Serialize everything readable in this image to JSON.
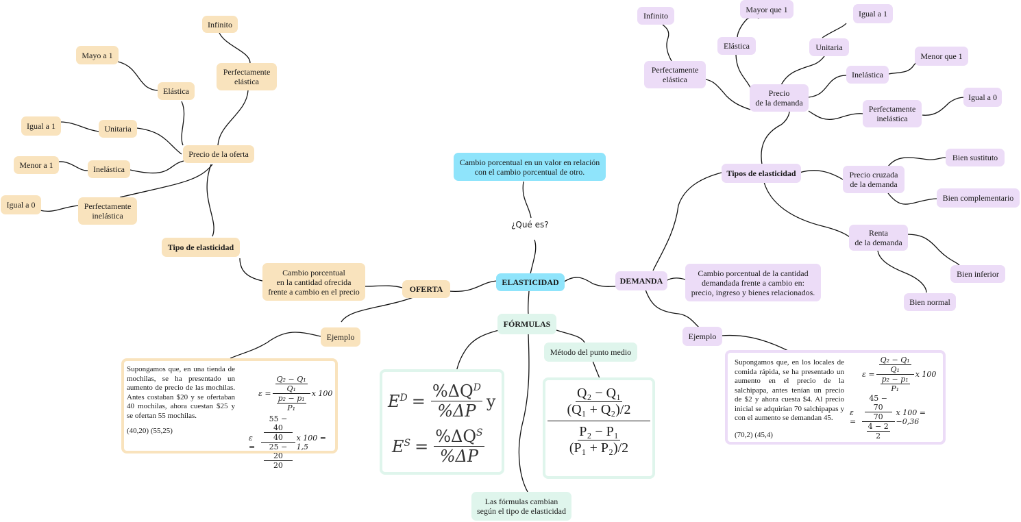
{
  "center": {
    "label": "ELASTICIDAD",
    "color": "#8fe4fb"
  },
  "que_es": {
    "connector_label": "¿Qué es?",
    "definition": "Cambio porcentual en un valor en relación\n con el cambio porcentual de otro."
  },
  "oferta": {
    "label": "OFERTA",
    "color": "#f9e3bd",
    "definition": "Cambio porcentual\nen la cantidad ofrecida\nfrente a cambio en el precio",
    "tipo_label": "Tipo de elasticidad",
    "precio_label": "Precio de la oferta",
    "types": [
      {
        "label": "Perfectamente\nelástica",
        "value": "Infinito"
      },
      {
        "label": "Elástica",
        "value": "Mayo a 1"
      },
      {
        "label": "Unitaria",
        "value": "Igual a 1"
      },
      {
        "label": "Inelástica",
        "value": "Menor a 1"
      },
      {
        "label": "Perfectamente\ninelástica",
        "value": "Igual a 0"
      }
    ],
    "example_label": "Ejemplo",
    "example": {
      "text": "Supongamos que, en una tienda de mochilas, se ha presentado un aumento de precio de las mochilas. Antes costaban $20 y se ofertaban 40 mochilas, ahora cuestan $25 y se ofertan 55 mochilas.",
      "coords": "(40,20) (55,25)",
      "formula": {
        "eps": "ε =",
        "q_num": "Q₂ − Q₁",
        "q_den": "Q₁",
        "p_num": "p₂ − p₁",
        "p_den": "P₁",
        "times": "x 100"
      },
      "calc": {
        "eps": "ε =",
        "q_num": "55 − 40",
        "q_den": "40",
        "p_num": "25 − 20",
        "p_den": "20",
        "times": "x 100 = 1,5"
      }
    }
  },
  "demanda": {
    "label": "DEMANDA",
    "color": "#ecdcf7",
    "definition": "Cambio porcentual de la cantidad\ndemandada frente a cambio en:\nprecio, ingreso y bienes relacionados.",
    "tipos_label": "Tipos de elasticidad",
    "precio_label": "Precio\nde la demanda",
    "types": [
      {
        "label": "Perfectamente\nelástica",
        "value": "Infinito"
      },
      {
        "label": "Elástica",
        "value": "Mayor que 1"
      },
      {
        "label": "Unitaria",
        "value": "Igual a 1"
      },
      {
        "label": "Inelástica",
        "value": "Menor que 1"
      },
      {
        "label": "Perfectamente\ninelástica",
        "value": "Igual a 0"
      }
    ],
    "cruzada": {
      "label": "Precio cruzada\nde la demanda",
      "items": [
        "Bien sustituto",
        "Bien complementario"
      ]
    },
    "renta": {
      "label": "Renta\nde la demanda",
      "items": [
        "Bien inferior",
        "Bien normal"
      ]
    },
    "example_label": "Ejemplo",
    "example": {
      "text": "Supongamos que, en los locales de comida rápida, se ha presentado un aumento en el precio de la salchipapa, antes tenían un precio de $2 y ahora cuesta $4. Al precio inicial se adquirían 70 salchipapas y con el aumento se demandan 45.",
      "coords": "(70,2) (45,4)",
      "formula": {
        "eps": "ε =",
        "q_num": "Q₂ − Q₁",
        "q_den": "Q₁",
        "p_num": "p₂ − p₁",
        "p_den": "P₁",
        "times": "x 100"
      },
      "calc": {
        "eps": "ε =",
        "q_num": "45 − 70",
        "q_den": "70",
        "p_num": "4 − 2",
        "p_den": "2",
        "times": "x 100 = −0,36"
      }
    }
  },
  "formulas": {
    "label": "FÓRMULAS",
    "color": "#dff5ec",
    "general": {
      "ed_lhs": "E",
      "ed_sup": "D",
      "ed_num": "%ΔQ",
      "ed_num_sup": "D",
      "ed_den": "%ΔP",
      "conj": "y",
      "es_lhs": "E",
      "es_sup": "S",
      "es_num": "%ΔQ",
      "es_num_sup": "S",
      "es_den": "%ΔP"
    },
    "midpoint_label": "Método del punto medio",
    "midpoint": {
      "q_num": "Q₂ − Q₁",
      "q_den": "(Q₁ + Q₂)/2",
      "p_num": "P₂ − P₁",
      "p_den": "(P₁ + P₂)/2"
    },
    "note": "Las fórmulas cambian\nsegún el tipo de elasticidad"
  }
}
